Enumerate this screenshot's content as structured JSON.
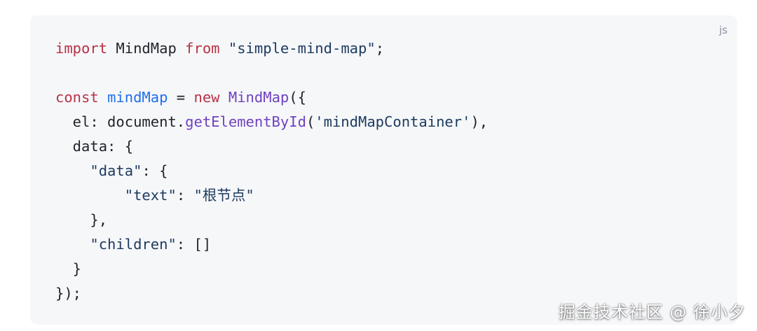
{
  "code_block": {
    "language": "js",
    "lines": [
      [
        {
          "t": "import",
          "c": "kw-red"
        },
        {
          "t": " MindMap ",
          "c": "plain"
        },
        {
          "t": "from",
          "c": "kw-red"
        },
        {
          "t": " ",
          "c": "plain"
        },
        {
          "t": "\"simple-mind-map\"",
          "c": "str"
        },
        {
          "t": ";",
          "c": "plain"
        }
      ],
      [],
      [
        {
          "t": "const",
          "c": "kw-red"
        },
        {
          "t": " ",
          "c": "plain"
        },
        {
          "t": "mindMap",
          "c": "var"
        },
        {
          "t": " = ",
          "c": "plain"
        },
        {
          "t": "new",
          "c": "kw-red"
        },
        {
          "t": " ",
          "c": "plain"
        },
        {
          "t": "MindMap",
          "c": "fn"
        },
        {
          "t": "({",
          "c": "plain"
        }
      ],
      [
        {
          "t": "  el: document.",
          "c": "plain"
        },
        {
          "t": "getElementById",
          "c": "fn"
        },
        {
          "t": "(",
          "c": "plain"
        },
        {
          "t": "'mindMapContainer'",
          "c": "str"
        },
        {
          "t": "),",
          "c": "plain"
        }
      ],
      [
        {
          "t": "  data: {",
          "c": "plain"
        }
      ],
      [
        {
          "t": "    ",
          "c": "plain"
        },
        {
          "t": "\"data\"",
          "c": "str"
        },
        {
          "t": ": {",
          "c": "plain"
        }
      ],
      [
        {
          "t": "        ",
          "c": "plain"
        },
        {
          "t": "\"text\"",
          "c": "str"
        },
        {
          "t": ": ",
          "c": "plain"
        },
        {
          "t": "\"根节点\"",
          "c": "str"
        }
      ],
      [
        {
          "t": "    },",
          "c": "plain"
        }
      ],
      [
        {
          "t": "    ",
          "c": "plain"
        },
        {
          "t": "\"children\"",
          "c": "str"
        },
        {
          "t": ": []",
          "c": "plain"
        }
      ],
      [
        {
          "t": "  }",
          "c": "plain"
        }
      ],
      [
        {
          "t": "});",
          "c": "plain"
        }
      ]
    ]
  },
  "watermark": "掘金技术社区 @ 徐小夕"
}
